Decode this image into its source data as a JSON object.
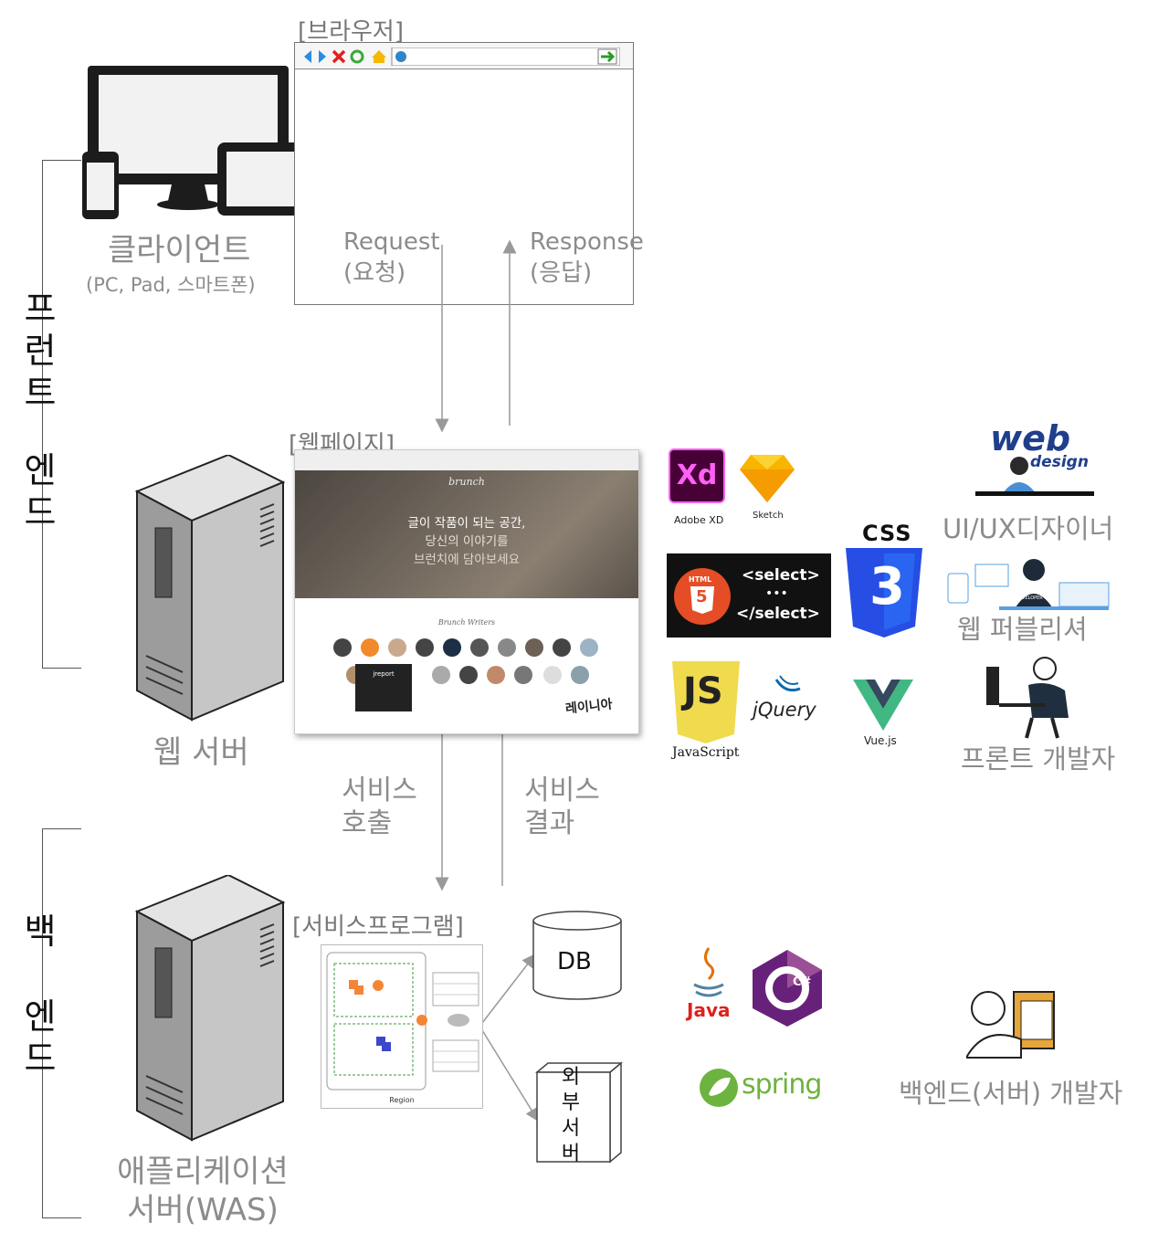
{
  "browser": {
    "title": "[브라우저]"
  },
  "client": {
    "label": "클라이언트",
    "sub": "(PC, Pad, 스마트폰)"
  },
  "request": {
    "line1": "Request",
    "line2": "(요청)"
  },
  "response": {
    "line1": "Response",
    "line2": "(응답)"
  },
  "frontend_label": [
    "프",
    "런",
    "트",
    "엔",
    "드"
  ],
  "backend_label": [
    "백",
    "엔",
    "드"
  ],
  "webpage": {
    "title": "[웹페이지]",
    "brand": "brunch",
    "hero_line1": "글이 작품이 되는 공간,",
    "hero_line2": "당신의 이야기를",
    "hero_line3": "브런치에 담아보세요",
    "writers": "Brunch Writers",
    "tooltip_title": "jreport",
    "watermark": "레이니아"
  },
  "web_server": {
    "label": "웹 서버"
  },
  "service_call": {
    "line1": "서비스",
    "line2": "호출"
  },
  "service_result": {
    "line1": "서비스",
    "line2": "결과"
  },
  "service_program": {
    "title": "[서비스프로그램]",
    "region": "Region"
  },
  "db": {
    "label": "DB"
  },
  "external": {
    "chars": [
      "외",
      "부",
      "서",
      "버"
    ]
  },
  "was": {
    "line1": "애플리케이션",
    "line2": "서버(WAS)"
  },
  "frontend_tech": {
    "xd": "Adobe XD",
    "xd_logo": "Xd",
    "sketch": "Sketch",
    "html_tag1": "<select>",
    "html_tag2": "•••",
    "html_tag3": "</select>",
    "html_badge": "HTML",
    "html_num": "5",
    "css": "CSS",
    "css_num": "3",
    "js": "JavaScript",
    "js_logo": "JS",
    "jquery": "jQuery",
    "vue": "Vue.js"
  },
  "backend_tech": {
    "java": "Java",
    "csharp": "C#",
    "spring": "spring"
  },
  "roles": {
    "webdesign_logo": "web",
    "webdesign_sub": "design",
    "uiux": "UI/UX디자이너",
    "developer_badge": "DEVELOPER",
    "publisher": "웹 퍼블리셔",
    "frontend_dev": "프론트 개발자",
    "backend_dev": "백엔드(서버) 개발자"
  },
  "colors": {
    "label_gray": "#8c8c8c",
    "xd_bg": "#470137",
    "xd_accent": "#ff61f6",
    "css_blue": "#264de4",
    "js_yellow": "#f0db4f",
    "vue_green": "#41b883",
    "spring_green": "#6db33f",
    "csharp_purple": "#68217a"
  }
}
